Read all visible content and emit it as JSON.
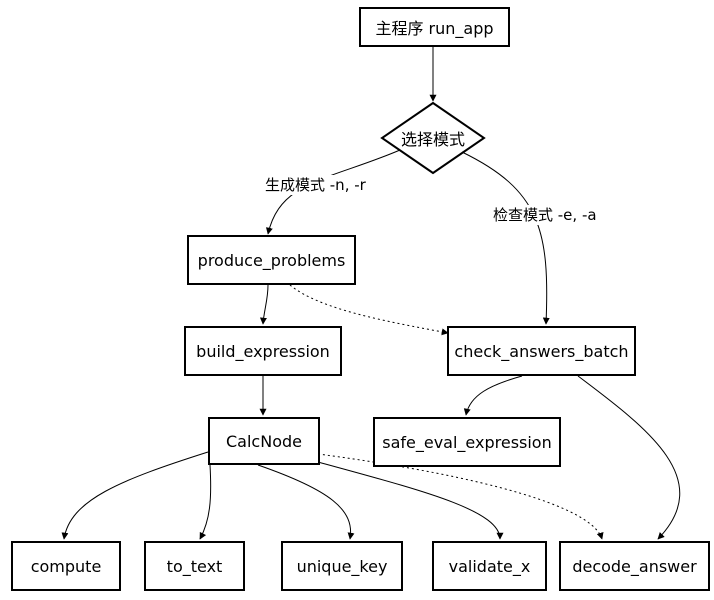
{
  "nodes": {
    "main": "主程序 run_app",
    "mode": "选择模式",
    "produce": "produce_problems",
    "build": "build_expression",
    "check": "check_answers_batch",
    "calcnode": "CalcNode",
    "safe_eval": "safe_eval_expression",
    "compute": "compute",
    "to_text": "to_text",
    "unique_key": "unique_key",
    "validate_x": "validate_x",
    "decode": "decode_answer"
  },
  "edge_labels": {
    "generate": "生成模式 -n, -r",
    "check": "检查模式 -e, -a"
  }
}
